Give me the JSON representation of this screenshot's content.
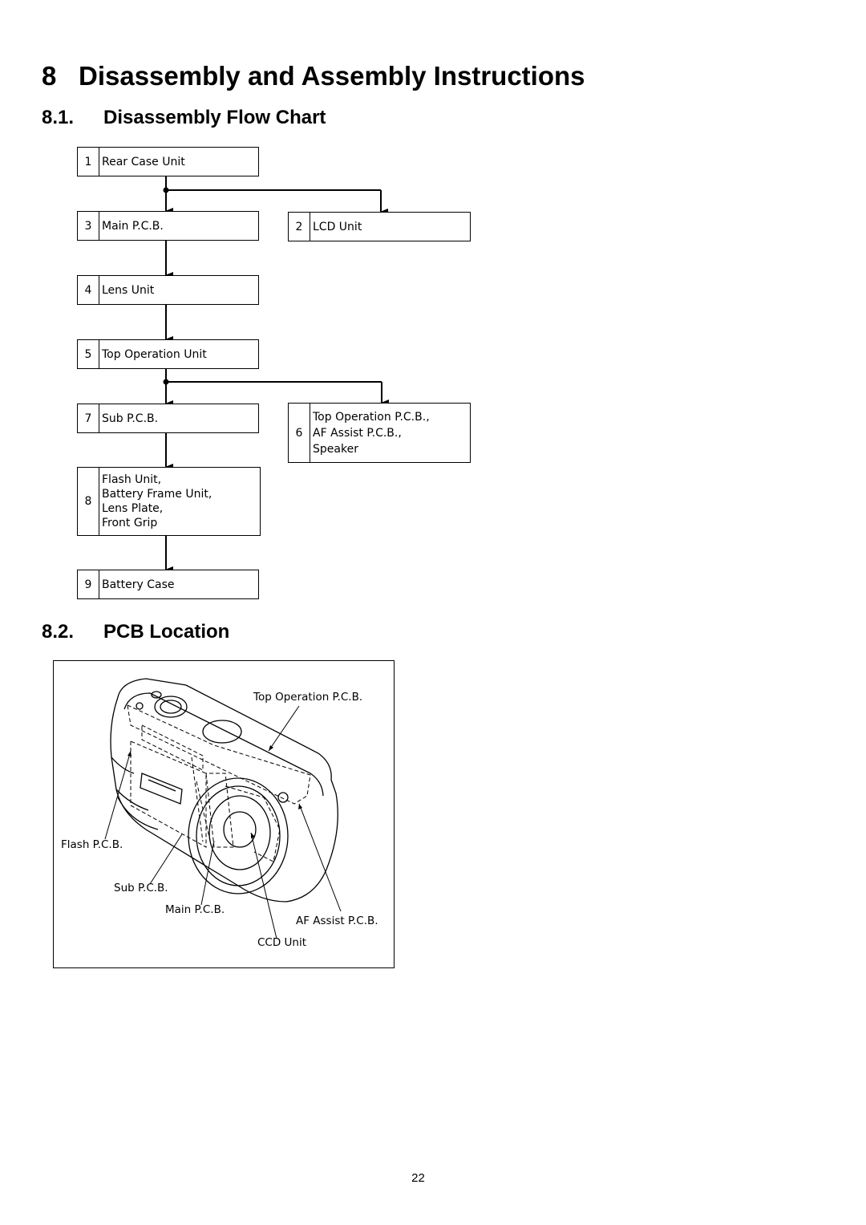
{
  "heading": {
    "number": "8",
    "title": "Disassembly and Assembly Instructions"
  },
  "section_flow": {
    "number": "8.1.",
    "title": "Disassembly Flow Chart"
  },
  "flow_steps": [
    {
      "num": "1",
      "lines": [
        "Rear Case Unit"
      ]
    },
    {
      "num": "2",
      "lines": [
        "LCD Unit"
      ]
    },
    {
      "num": "3",
      "lines": [
        "Main P.C.B."
      ]
    },
    {
      "num": "4",
      "lines": [
        "Lens Unit"
      ]
    },
    {
      "num": "5",
      "lines": [
        "Top Operation Unit"
      ]
    },
    {
      "num": "6",
      "lines": [
        "Top Operation P.C.B.,",
        "AF Assist P.C.B.,",
        "Speaker"
      ]
    },
    {
      "num": "7",
      "lines": [
        "Sub P.C.B."
      ]
    },
    {
      "num": "8",
      "lines": [
        "Flash Unit,",
        "Battery Frame Unit,",
        "Lens Plate,",
        "Front Grip"
      ]
    },
    {
      "num": "9",
      "lines": [
        "Battery Case"
      ]
    }
  ],
  "section_pcb": {
    "number": "8.2.",
    "title": "PCB Location"
  },
  "pcb_labels": {
    "top_operation": "Top Operation P.C.B.",
    "flash": "Flash P.C.B.",
    "sub": "Sub P.C.B.",
    "main": "Main P.C.B.",
    "af_assist": "AF Assist P.C.B.",
    "ccd": "CCD Unit"
  },
  "page_number": "22"
}
